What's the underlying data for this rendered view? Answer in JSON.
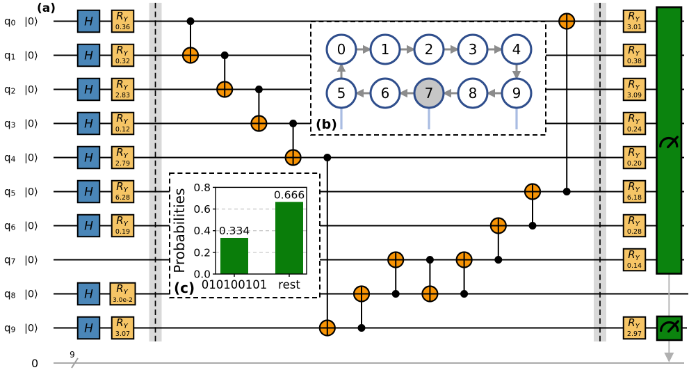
{
  "figure": {
    "panel_a_label": "(a)",
    "panel_b_label": "(b)",
    "panel_c_label": "(c)"
  },
  "colors": {
    "h_gate_fill": "#4a86b8",
    "ry_gate_fill": "#f6c566",
    "cnot_fill": "#f89405",
    "measure_fill": "#0b830e",
    "bar_fill": "#0a7d0a",
    "barrier_band": "#d9d9d9",
    "node_border": "#2f4e8c",
    "node_shaded_fill": "#c6c6c6",
    "graph_arrow": "#8c8c8c",
    "node_leg": "#a9bce2",
    "classical_wire": "#9e9e9e",
    "measure_arrow": "#b0b0b0",
    "wire": "#000000",
    "grid_line": "#c9c9c9"
  },
  "circuit": {
    "qubit_name": "q",
    "ket_label": "|0⟩",
    "h_label": "H",
    "ry_label_base": "R",
    "ry_label_sub": "Y",
    "qubits": [
      {
        "index": "0",
        "has_h": true,
        "ry_angle_1": "0.36",
        "ry_angle_2": "3.01"
      },
      {
        "index": "1",
        "has_h": true,
        "ry_angle_1": "0.32",
        "ry_angle_2": "0.38"
      },
      {
        "index": "2",
        "has_h": true,
        "ry_angle_1": "2.83",
        "ry_angle_2": "3.09"
      },
      {
        "index": "3",
        "has_h": true,
        "ry_angle_1": "0.12",
        "ry_angle_2": "0.24"
      },
      {
        "index": "4",
        "has_h": true,
        "ry_angle_1": "2.79",
        "ry_angle_2": "0.20"
      },
      {
        "index": "5",
        "has_h": true,
        "ry_angle_1": "6.28",
        "ry_angle_2": "6.18"
      },
      {
        "index": "6",
        "has_h": true,
        "ry_angle_1": "0.19",
        "ry_angle_2": "0.28"
      },
      {
        "index": "7",
        "has_h": false,
        "ry_angle_1": null,
        "ry_angle_2": "0.14"
      },
      {
        "index": "8",
        "has_h": true,
        "ry_angle_1": "3.0e-2",
        "ry_angle_2": null
      },
      {
        "index": "9",
        "has_h": true,
        "ry_angle_1": "3.07",
        "ry_angle_2": "2.97"
      }
    ],
    "cnots": [
      {
        "control": 0,
        "target": 1
      },
      {
        "control": 1,
        "target": 2
      },
      {
        "control": 2,
        "target": 3
      },
      {
        "control": 3,
        "target": 4
      },
      {
        "control": 4,
        "target": 9
      },
      {
        "control": 9,
        "target": 8
      },
      {
        "control": 8,
        "target": 7
      },
      {
        "control": 7,
        "target": 8
      },
      {
        "control": 8,
        "target": 7
      },
      {
        "control": 7,
        "target": 6
      },
      {
        "control": 6,
        "target": 5
      },
      {
        "control": 5,
        "target": 0
      }
    ],
    "measure_group_qubits": [
      0,
      7
    ],
    "measure_single_qubit": 9,
    "classical": {
      "register_label": "0",
      "bus_width_label": "9"
    }
  },
  "graph": {
    "top_row_nodes": [
      "0",
      "1",
      "2",
      "3",
      "4"
    ],
    "bottom_row_nodes": [
      "5",
      "6",
      "7",
      "8",
      "9"
    ],
    "shaded_node": "7",
    "edges": [
      [
        "0",
        "1"
      ],
      [
        "1",
        "2"
      ],
      [
        "2",
        "3"
      ],
      [
        "3",
        "4"
      ],
      [
        "4",
        "9"
      ],
      [
        "9",
        "8"
      ],
      [
        "8",
        "7"
      ],
      [
        "7",
        "6"
      ],
      [
        "6",
        "5"
      ],
      [
        "5",
        "0"
      ]
    ],
    "leg_nodes": [
      "5",
      "7",
      "9"
    ]
  },
  "chart_data": {
    "type": "bar",
    "categories": [
      "010100101",
      "rest"
    ],
    "values": [
      0.334,
      0.666
    ],
    "bar_labels": [
      "0.334",
      "0.666"
    ],
    "title": "",
    "xlabel": "",
    "ylabel": "Probabilities",
    "ylim": [
      0.0,
      0.8
    ],
    "yticks": [
      "0.0",
      "0.2",
      "0.4",
      "0.6",
      "0.8"
    ],
    "gridlines_at": [
      0.2,
      0.4,
      0.6
    ],
    "grid": "dashed horizontal",
    "legend": "none"
  }
}
